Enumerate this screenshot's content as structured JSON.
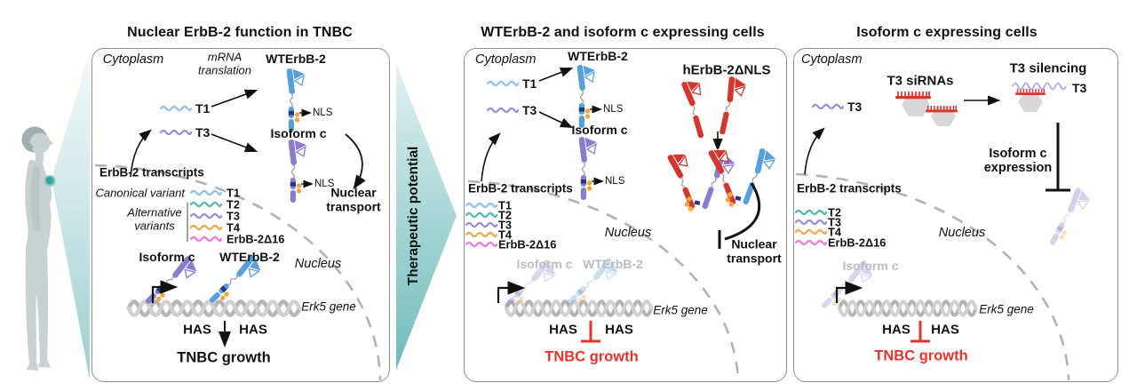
{
  "colors": {
    "t1": "#8fc0e8",
    "t2": "#4db8ae",
    "t3": "#9a8ad8",
    "t4": "#f4a64a",
    "d16": "#f07ad8",
    "receptor_blue": "#58a0dc",
    "receptor_purple": "#8d7bce",
    "receptor_red": "#d5372f",
    "inhibit_red": "#e8332c",
    "membrane_gray": "#b2b2b2",
    "faded_text": "#bcbcbc",
    "teal_accent": "#7fc2c1",
    "tumor_teal": "#2ba8a4"
  },
  "person": {
    "name": "patient with breast tumor"
  },
  "connector": {
    "label": "Therapeutic potential"
  },
  "p1": {
    "title": "Nuclear ErbB-2 function in TNBC",
    "cytoplasm": "Cytoplasm",
    "mrna_translation": "mRNA translation",
    "wterbb2": "WTErbB-2",
    "t1": "T1",
    "t3": "T3",
    "nls1": "NLS",
    "nls2": "NLS",
    "isoform_c": "Isoform c",
    "nuclear_transport": "Nuclear transport",
    "transcripts_header": "ErbB-2 transcripts",
    "canonical": "Canonical variant",
    "alternative": "Alternative variants",
    "legend": [
      {
        "label": "T1",
        "color": "#8fc0e8"
      },
      {
        "label": "T2",
        "color": "#4db8ae"
      },
      {
        "label": "T3",
        "color": "#9a8ad8"
      },
      {
        "label": "T4",
        "color": "#f4a64a"
      },
      {
        "label": "ErbB-2Δ16",
        "color": "#f07ad8"
      }
    ],
    "dna_isoform_c": "Isoform c",
    "dna_wterbb2": "WTErbB-2",
    "nucleus": "Nucleus",
    "erk5": "Erk5 gene",
    "has_l": "HAS",
    "has_r": "HAS",
    "outcome": "TNBC growth"
  },
  "p2": {
    "title": "WTErbB-2 and isoform c expressing cells",
    "cytoplasm": "Cytoplasm",
    "t1": "T1",
    "t3": "T3",
    "wterbb2": "WTErbB-2",
    "isoform_c": "Isoform c",
    "nls1": "NLS",
    "nls2": "NLS",
    "herbb2dnls": "hErbB-2ΔNLS",
    "nuclear_transport": "Nuclear transport",
    "transcripts_header": "ErbB-2 transcripts",
    "legend": [
      {
        "label": "T1",
        "color": "#8fc0e8"
      },
      {
        "label": "T2",
        "color": "#4db8ae"
      },
      {
        "label": "T3",
        "color": "#9a8ad8"
      },
      {
        "label": "T4",
        "color": "#f4a64a"
      },
      {
        "label": "ErbB-2Δ16",
        "color": "#f07ad8"
      }
    ],
    "nucleus": "Nucleus",
    "dna_isoform_c": "Isoform c",
    "dna_wterbb2": "WTErbB-2",
    "erk5": "Erk5 gene",
    "has_l": "HAS",
    "has_r": "HAS",
    "outcome": "TNBC growth"
  },
  "p3": {
    "title": "Isoform c expressing cells",
    "cytoplasm": "Cytoplasm",
    "t3": "T3",
    "t3_sirnas": "T3 siRNAs",
    "t3_silencing": "T3 silencing",
    "t3_target": "T3",
    "isoform_c_expression": "Isoform c expression",
    "transcripts_header": "ErbB-2 transcripts",
    "legend": [
      {
        "label": "T2",
        "color": "#4db8ae"
      },
      {
        "label": "T3",
        "color": "#9a8ad8"
      },
      {
        "label": "T4",
        "color": "#f4a64a"
      },
      {
        "label": "ErbB-2Δ16",
        "color": "#f07ad8"
      }
    ],
    "nucleus": "Nucleus",
    "dna_isoform_c": "Isoform c",
    "erk5": "Erk5 gene",
    "has_l": "HAS",
    "has_r": "HAS",
    "outcome": "TNBC growth"
  }
}
